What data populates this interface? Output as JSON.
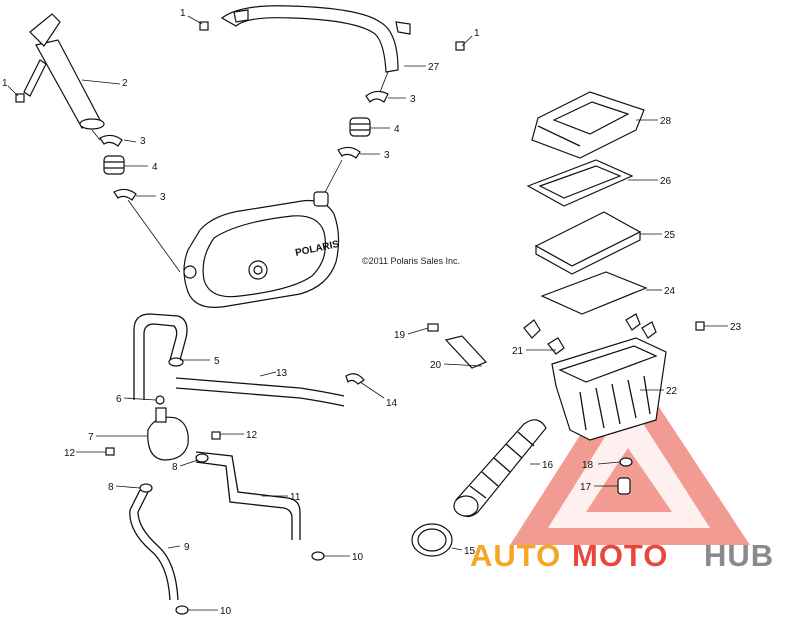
{
  "copyright": "©2011 Polaris Sales Inc.",
  "cover_brand": "POLARIS",
  "watermark": {
    "part1": "AUTO",
    "part2": "MOTO",
    "part3": "HUB",
    "color_orange": "#f5a623",
    "color_red": "#e8483a",
    "color_gray": "#8a8a8a"
  },
  "callouts": {
    "c1a": "1",
    "c1b": "1",
    "c1c": "1",
    "c2": "2",
    "c3a": "3",
    "c3b": "3",
    "c3c": "3",
    "c3d": "3",
    "c4a": "4",
    "c4b": "4",
    "c5": "5",
    "c6": "6",
    "c7": "7",
    "c8a": "8",
    "c8b": "8",
    "c9": "9",
    "c10a": "10",
    "c10b": "10",
    "c11": "11",
    "c12a": "12",
    "c12b": "12",
    "c13": "13",
    "c14": "14",
    "c15": "15",
    "c16": "16",
    "c17": "17",
    "c18": "18",
    "c19": "19",
    "c20": "20",
    "c21": "21",
    "c22": "22",
    "c23": "23",
    "c24": "24",
    "c25": "25",
    "c26": "26",
    "c27": "27",
    "c28": "28"
  }
}
